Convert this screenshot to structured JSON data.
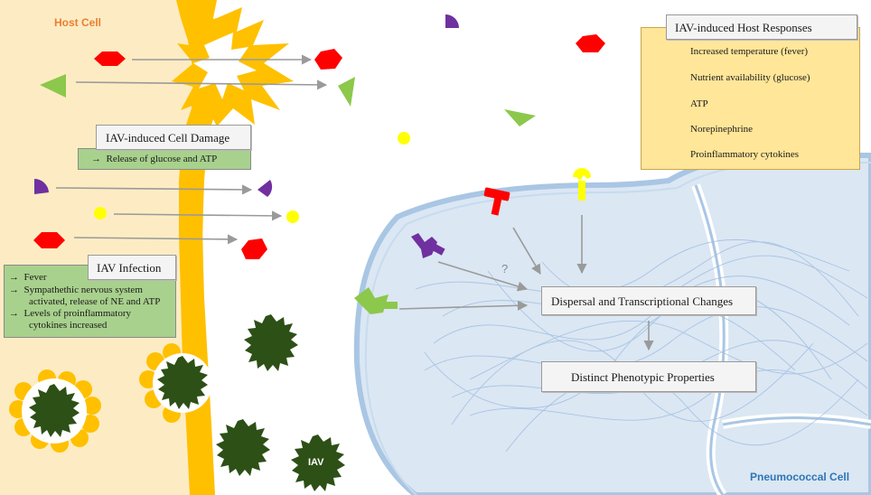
{
  "labels": {
    "host_cell": "Host Cell",
    "pneumococcal_cell": "Pneumococcal Cell",
    "iav": "IAV",
    "unknown": "?"
  },
  "cell_damage": {
    "title": "IAV-induced Cell Damage",
    "items": [
      "Release of glucose and ATP"
    ]
  },
  "infection": {
    "title": "IAV Infection",
    "items": [
      [
        "Fever"
      ],
      [
        "Sympathethic nervous system",
        "activated, release of NE and ATP"
      ],
      [
        "Levels of proinflammatory",
        "cytokines increased"
      ]
    ]
  },
  "legend": {
    "title": "IAV-induced Host Responses",
    "entries": [
      {
        "icon": "none",
        "label": "Increased temperature (fever)"
      },
      {
        "icon": "hexagon",
        "color": "#ff0000",
        "label": "Nutrient availability (glucose)"
      },
      {
        "icon": "triangle",
        "color": "#8cc84b",
        "label": "ATP"
      },
      {
        "icon": "circle",
        "color": "#ffff00",
        "label": "Norepinephrine"
      },
      {
        "icon": "crescent",
        "color": "#7030a0",
        "label": "Proinflammatory cytokines"
      }
    ]
  },
  "outcomes": {
    "dispersal": "Dispersal and Transcriptional Changes",
    "phenotype": "Distinct Phenotypic Properties"
  },
  "colors": {
    "host_bg": "#fdecc3",
    "membrane": "#ffc000",
    "bacterium_fill": "#dbe7f3",
    "bacterium_edge": "#a9c6e4",
    "title_orange": "#ed7d31",
    "title_blue": "#2e75b6",
    "legend_bg": "#ffe699",
    "note_green": "#a8d18d",
    "virus": "#2d5016",
    "glucose": "#ff0000",
    "atp": "#8cc84b",
    "ne": "#ffff00",
    "cytokine": "#7030a0"
  }
}
